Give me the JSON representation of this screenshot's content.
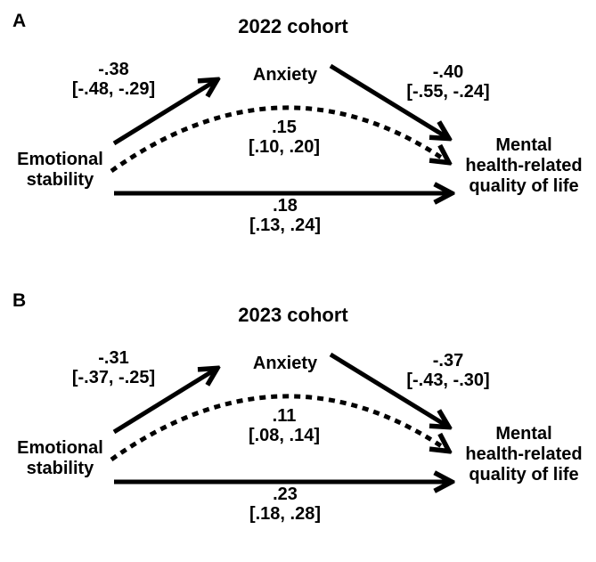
{
  "figure": {
    "type": "mediation-path-diagram",
    "background_color": "#ffffff",
    "ink_color": "#000000"
  },
  "panels": [
    {
      "label": "A",
      "title": "2022 cohort",
      "nodes": {
        "predictor": "Emotional\nstability",
        "mediator": "Anxiety",
        "outcome": "Mental\nhealth-related\nquality of life"
      },
      "paths": {
        "a": {
          "estimate": "-.38",
          "ci": "[-.48, -.29]",
          "style": "solid"
        },
        "b": {
          "estimate": "-.40",
          "ci": "[-.55, -.24]",
          "style": "solid"
        },
        "indirect": {
          "estimate": ".15",
          "ci": "[.10, .20]",
          "style": "dashed"
        },
        "direct": {
          "estimate": ".18",
          "ci": "[.13, .24]",
          "style": "solid"
        }
      }
    },
    {
      "label": "B",
      "title": "2023 cohort",
      "nodes": {
        "predictor": "Emotional\nstability",
        "mediator": "Anxiety",
        "outcome": "Mental\nhealth-related\nquality of life"
      },
      "paths": {
        "a": {
          "estimate": "-.31",
          "ci": "[-.37, -.25]",
          "style": "solid"
        },
        "b": {
          "estimate": "-.37",
          "ci": "[-.43, -.30]",
          "style": "solid"
        },
        "indirect": {
          "estimate": ".11",
          "ci": "[.08, .14]",
          "style": "dashed"
        },
        "direct": {
          "estimate": ".23",
          "ci": "[.18, .28]",
          "style": "solid"
        }
      }
    }
  ]
}
